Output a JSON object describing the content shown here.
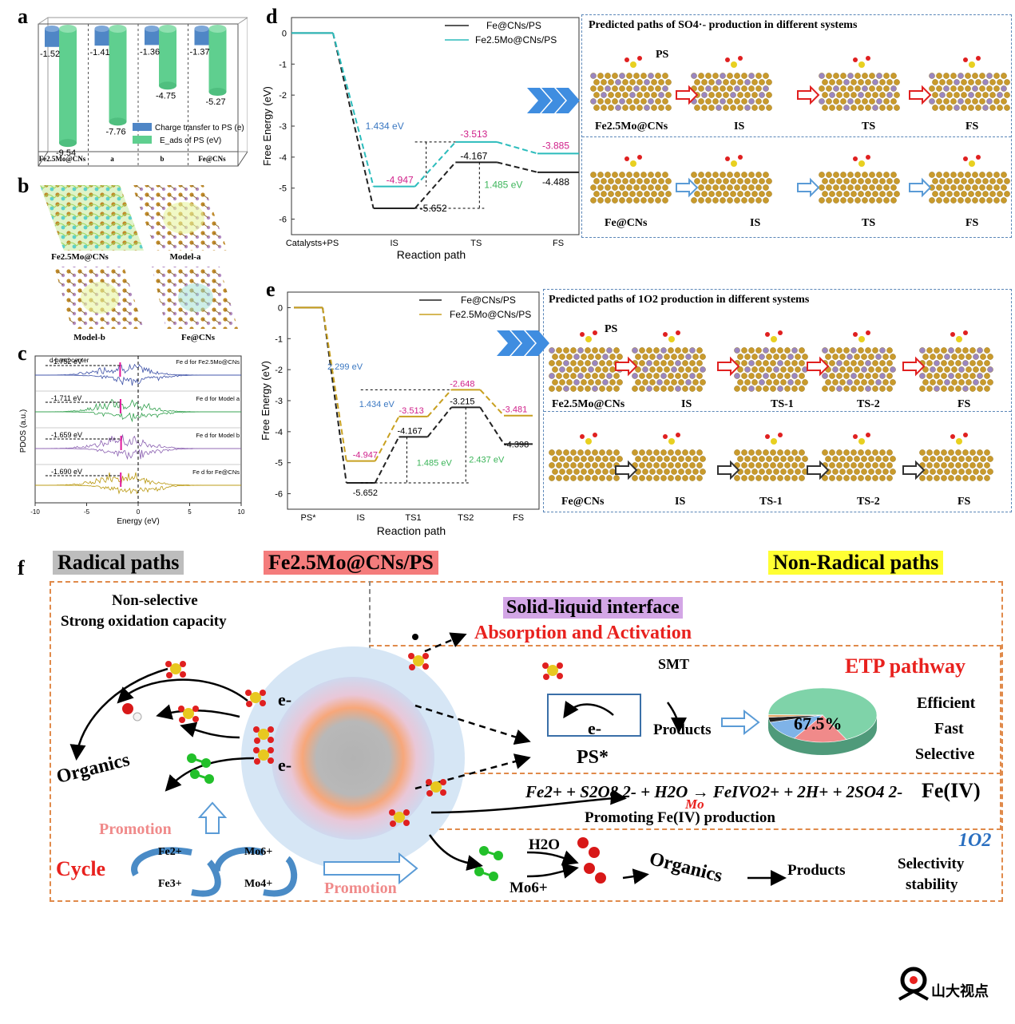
{
  "panel_labels": {
    "a": "a",
    "b": "b",
    "c": "c",
    "d": "d",
    "e": "e",
    "f": "f"
  },
  "chart_data": [
    {
      "id": "a",
      "type": "bar",
      "categories": [
        "Fe2.5Mo@CNs",
        "a",
        "b",
        "Fe@CNs"
      ],
      "series": [
        {
          "name": "Charge transfer to PS (e)",
          "color": "#4f86c6",
          "values": [
            -1.52,
            -1.41,
            -1.36,
            -1.37
          ]
        },
        {
          "name": "Eads of PS (eV)",
          "color": "#5fcf8f",
          "values": [
            -9.54,
            -7.76,
            -4.75,
            -5.27
          ]
        }
      ],
      "value_labels": {
        "charge": [
          "-1.52",
          "-1.41",
          "-1.36",
          "-1.37"
        ],
        "eads": [
          "-9.54",
          "-7.76",
          "-4.75",
          "-5.27"
        ]
      },
      "legend": [
        "Charge transfer to PS (e)",
        "E_ads of PS (eV)"
      ],
      "ylim": [
        -10,
        0
      ]
    },
    {
      "id": "c",
      "type": "line",
      "xlabel": "Energy (eV)",
      "ylabel": "PDOS (a.u.)",
      "xlim": [
        -10,
        10
      ],
      "xticks": [
        "-10",
        "-5",
        "0",
        "5",
        "10"
      ],
      "top_label": "d-band center",
      "series": [
        {
          "name": "Fe d for Fe2.5Mo@CNs",
          "color": "#3b4fa6",
          "d_band_center": -1.752,
          "label": "-1.752 eV"
        },
        {
          "name": "Fe d for Model a",
          "color": "#2e9e4a",
          "d_band_center": -1.711,
          "label": "-1.711 eV"
        },
        {
          "name": "Fe d for Model b",
          "color": "#8a5fb0",
          "d_band_center": -1.659,
          "label": "-1.659 eV"
        },
        {
          "name": "Fe d for Fe@CNs",
          "color": "#b8960a",
          "d_band_center": -1.69,
          "label": "-1.690 eV"
        }
      ]
    },
    {
      "id": "d",
      "type": "line",
      "xlabel": "Reaction path",
      "ylabel": "Free Energy (eV)",
      "categories": [
        "Catalysts+PS",
        "IS",
        "TS",
        "FS"
      ],
      "ylim": [
        -6.5,
        0.5
      ],
      "yticks": [
        "0",
        "-1",
        "-2",
        "-3",
        "-4",
        "-5",
        "-6"
      ],
      "series": [
        {
          "name": "Fe@CNs/PS",
          "color": "#222222",
          "values": [
            0,
            -5.652,
            -4.167,
            -4.488
          ]
        },
        {
          "name": "Fe2.5Mo@CNs/PS",
          "color": "#2bbcbc",
          "values": [
            0,
            -4.947,
            -3.513,
            -3.885
          ]
        }
      ],
      "annotations": {
        "barrier_mo": "1.434 eV",
        "barrier_fe": "1.485 eV",
        "lbl_fe_is": "-5.652",
        "lbl_fe_ts": "-4.167",
        "lbl_fe_fs": "-4.488",
        "lbl_mo_is": "-4.947",
        "lbl_mo_ts": "-3.513",
        "lbl_mo_fs": "-3.885"
      }
    },
    {
      "id": "e",
      "type": "line",
      "xlabel": "Reaction path",
      "ylabel": "Free Energy (eV)",
      "categories": [
        "PS*",
        "IS",
        "TS1",
        "TS2",
        "FS"
      ],
      "ylim": [
        -6.5,
        0.5
      ],
      "yticks": [
        "0",
        "-1",
        "-2",
        "-3",
        "-4",
        "-5",
        "-6"
      ],
      "series": [
        {
          "name": "Fe@CNs/PS",
          "color": "#222222",
          "values": [
            0,
            -5.652,
            -4.167,
            -3.215,
            -4.398
          ]
        },
        {
          "name": "Fe2.5Mo@CNs/PS",
          "color": "#c8a020",
          "values": [
            0,
            -4.947,
            -3.513,
            -2.648,
            -3.481
          ]
        }
      ],
      "annotations": {
        "b1": "2.299 eV",
        "b2": "1.434 eV",
        "b3": "1.485 eV",
        "b4": "2.437 eV",
        "lbl_fe_is": "-5.652",
        "lbl_fe_ts1": "-4.167",
        "lbl_fe_ts2": "-3.215",
        "lbl_fe_fs": "-4.398",
        "lbl_mo_is": "-4.947",
        "lbl_mo_ts1": "-3.513",
        "lbl_mo_ts2": "-2.648",
        "lbl_mo_fs": "-3.481"
      }
    },
    {
      "id": "f-pie",
      "type": "pie",
      "values": [
        67.5,
        16,
        12,
        3,
        1.5
      ],
      "colors": [
        "#7fd3a9",
        "#f08a8a",
        "#7fb3e8",
        "#222222",
        "#e6a96a"
      ],
      "center_label": "67.5%"
    }
  ],
  "panel_b": {
    "captions": [
      "Fe2.5Mo@CNs",
      "Model-a",
      "Model-b",
      "Fe@CNs"
    ]
  },
  "panel_d_right": {
    "title": "Predicted paths of SO4·- production in different systems",
    "row1": [
      "Fe2.5Mo@CNs",
      "IS",
      "TS",
      "FS"
    ],
    "row2": [
      "Fe@CNs",
      "IS",
      "TS",
      "FS"
    ],
    "ps_label": "PS"
  },
  "panel_e_right": {
    "title": "Predicted paths of 1O2 production in different systems",
    "row1": [
      "Fe2.5Mo@CNs",
      "IS",
      "TS-1",
      "TS-2",
      "FS"
    ],
    "row2": [
      "Fe@CNs",
      "IS",
      "TS-1",
      "TS-2",
      "FS"
    ],
    "ps_label": "PS"
  },
  "panel_f": {
    "radical": "Radical paths",
    "center_title": "Fe2.5Mo@CNs/PS",
    "nonradical": "Non-Radical paths",
    "nonselective1": "Non-selective",
    "nonselective2": "Strong oxidation capacity",
    "organics": "Organics",
    "promotion": "Promotion",
    "cycle": "Cycle",
    "fe2": "Fe2+",
    "fe3": "Fe3+",
    "mo6": "Mo6+",
    "mo4": "Mo4+",
    "eminus": "e-",
    "interface": "Solid-liquid interface",
    "absorption": "Absorption and Activation",
    "etp": "ETP pathway",
    "smt": "SMT",
    "products": "Products",
    "ps_star": "PS*",
    "efficient": "Efficient",
    "fast": "Fast",
    "selective": "Selective",
    "equation": "Fe2+ + S2O8 2- + H2O → FeIVO2+ + 2H+ + 2SO4 2-",
    "eq_mo": "Mo",
    "feiv": "Fe(IV)",
    "promoting": "Promoting Fe(IV) production",
    "h2o": "H2O",
    "mo6b": "Mo6+",
    "organics2": "Organics",
    "products2": "Products",
    "singlet": "1O2",
    "selectivity": "Selectivity",
    "stability": "stability"
  },
  "watermark": {
    "text": "山大视点"
  }
}
